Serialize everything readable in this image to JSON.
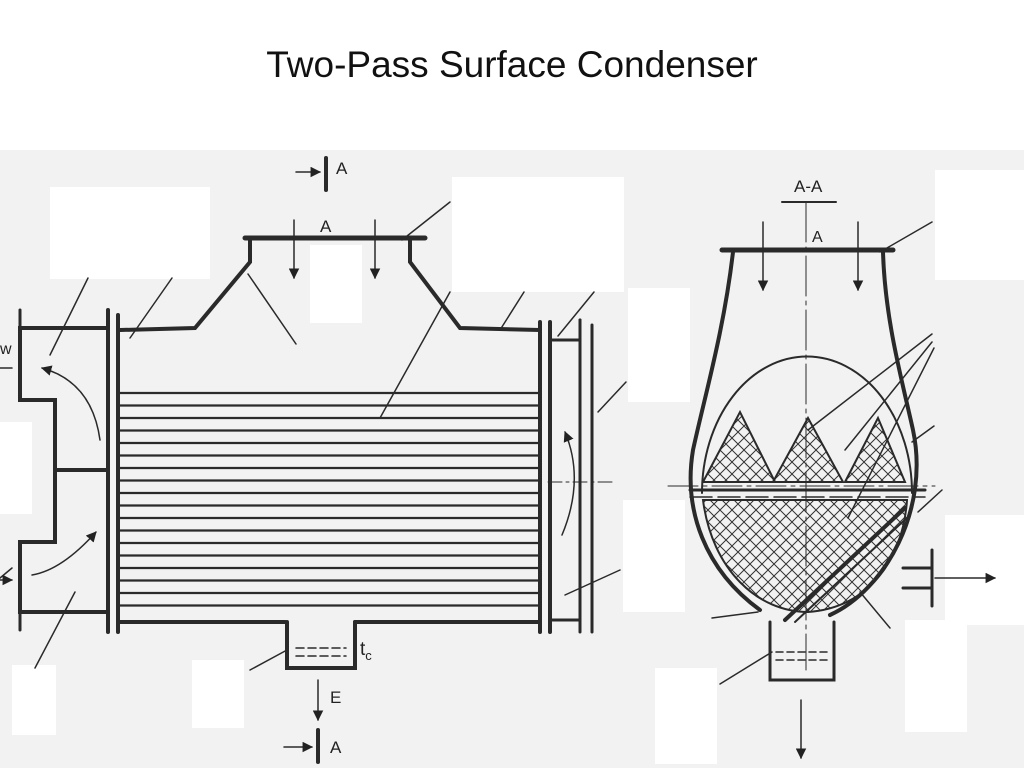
{
  "slide": {
    "title": "Two-Pass Surface Condenser"
  },
  "diagram": {
    "section_marker_top": "A",
    "section_marker_bottom": "A",
    "steam_inlet_label": "A",
    "left_stub_label": "w",
    "condensate_temp_label": "t",
    "condensate_temp_subscript": "c",
    "exit_label": "E",
    "section_title": "A-A",
    "section_inlet_label": "A"
  },
  "colors": {
    "line": "#2a2a2a",
    "paper": "#f2f2f2",
    "background": "#ffffff"
  }
}
